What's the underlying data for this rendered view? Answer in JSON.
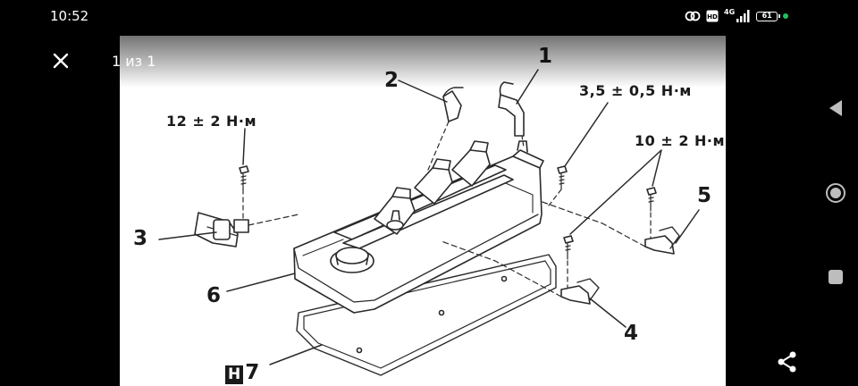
{
  "status_bar": {
    "time": "10:52",
    "network_label": "4G",
    "battery_level": "61",
    "link_icon": "link-icon",
    "volte_icon": "volte-icon",
    "signal_icon": "signal-icon",
    "dot_color": "#20c35a"
  },
  "viewer": {
    "page_counter": "1 из 1",
    "close_icon": "close-icon",
    "share_icon": "share-icon"
  },
  "diagram": {
    "callouts": [
      "1",
      "2",
      "3",
      "4",
      "5",
      "6",
      "7"
    ],
    "callout_7_badge": "H",
    "torque_12": "12 ± 2 Н·м",
    "torque_3_5": "3,5 ± 0,5 Н·м",
    "torque_10": "10 ± 2 Н·м"
  },
  "nav": {
    "back_icon": "back-triangle-icon",
    "home_icon": "home-circle-icon",
    "recents_icon": "recents-square-icon"
  }
}
